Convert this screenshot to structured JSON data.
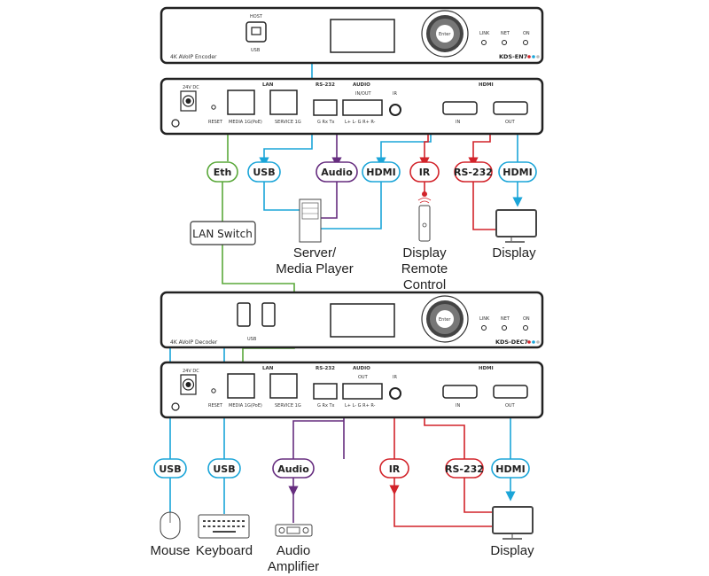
{
  "colors": {
    "usb_hdmi": "#1ba5d8",
    "ir_rs232": "#d2232a",
    "ethernet": "#5aa83a",
    "audio": "#662d7f"
  },
  "encoder_front": {
    "device_name": "4K AVoIP Encoder",
    "model": "KDS-EN7",
    "usb_top": "HOST",
    "usb_bottom": "USB",
    "enter": "Enter",
    "leds": [
      "LINK",
      "NET",
      "ON"
    ]
  },
  "encoder_rear": {
    "power": "24V DC",
    "reset": "RESET",
    "lan_section": "LAN",
    "lan_ports": [
      "MEDIA 1G(PoE)",
      "SERVICE 1G"
    ],
    "rs232_section": "RS-232",
    "rs232_pins": "G Rx Tx",
    "audio_section": "AUDIO",
    "audio_mode": "IN/OUT",
    "audio_pins": "L+ L- G R+ R-",
    "ir": "IR",
    "hdmi_section": "HDMI",
    "hdmi_in": "IN",
    "hdmi_out": "OUT"
  },
  "decoder_front": {
    "device_name": "4K AVoIP Decoder",
    "model": "KDS-DEC7",
    "usb_label": "USB",
    "enter": "Enter",
    "leds": [
      "LINK",
      "NET",
      "ON"
    ]
  },
  "decoder_rear": {
    "power": "24V DC",
    "reset": "RESET",
    "lan_section": "LAN",
    "lan_ports": [
      "MEDIA 1G(PoE)",
      "SERVICE 1G"
    ],
    "rs232_section": "RS-232",
    "rs232_pins": "G Rx Tx",
    "audio_section": "AUDIO",
    "audio_mode": "OUT",
    "audio_pins": "L+ L- G R+ R-",
    "ir": "IR",
    "hdmi_section": "HDMI",
    "hdmi_in": "IN",
    "hdmi_out": "OUT"
  },
  "top_connections": {
    "eth": "Eth",
    "usb": "USB",
    "audio": "Audio",
    "hdmi_in": "HDMI",
    "ir": "IR",
    "rs232": "RS-232",
    "hdmi_out": "HDMI"
  },
  "bottom_connections": {
    "usb_mouse": "USB",
    "usb_keyboard": "USB",
    "audio": "Audio",
    "ir": "IR",
    "rs232": "RS-232",
    "hdmi": "HDMI"
  },
  "devices": {
    "lan_switch": "LAN Switch",
    "server_line1": "Server/",
    "server_line2": "Media Player",
    "remote_line1": "Display",
    "remote_line2": "Remote",
    "remote_line3": "Control",
    "display_top": "Display",
    "mouse": "Mouse",
    "keyboard": "Keyboard",
    "amp_line1": "Audio",
    "amp_line2": "Amplifier",
    "display_bottom": "Display"
  }
}
